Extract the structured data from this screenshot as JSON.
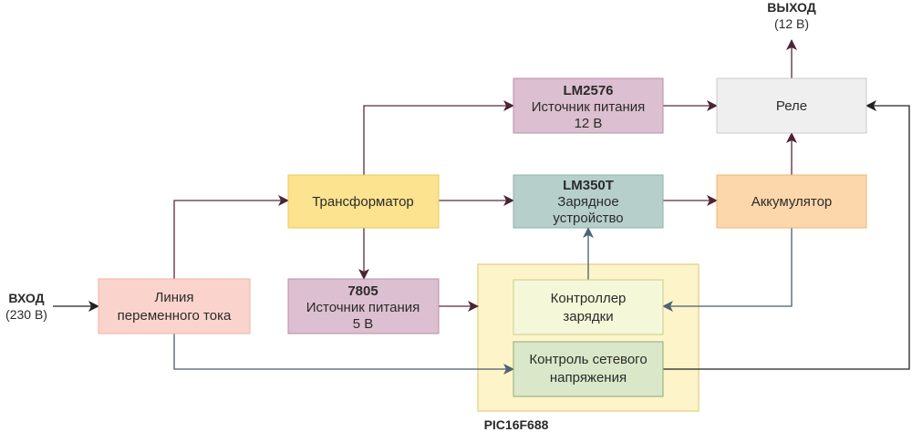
{
  "input": {
    "label": "ВХОД",
    "value": "(230 В)"
  },
  "output": {
    "label": "ВЫХОД",
    "value": "(12 В)"
  },
  "blocks": {
    "ac_line": {
      "lines": [
        "Линия",
        "переменного тока"
      ]
    },
    "transformer": {
      "lines": [
        "Трансформатор"
      ]
    },
    "ps12": {
      "title": "LM2576",
      "lines": [
        "Источник питания",
        "12 В"
      ]
    },
    "charger": {
      "title": "LM350T",
      "lines": [
        "Зарядное",
        "устройство"
      ]
    },
    "relay": {
      "lines": [
        "Реле"
      ]
    },
    "battery": {
      "lines": [
        "Аккумулятор"
      ]
    },
    "ps5": {
      "title": "7805",
      "lines": [
        "Источник питания",
        "5 В"
      ]
    },
    "charge_ctrl": {
      "lines": [
        "Контроллер",
        "зарядки"
      ]
    },
    "mains_ctrl": {
      "lines": [
        "Контроль сетевого",
        "напряжения"
      ]
    }
  },
  "mcu": {
    "label": "PIC16F688"
  },
  "colors": {
    "ac_line": "#fad4cc",
    "transformer": "#fbe38f",
    "ps": "#dcbfd0",
    "charger": "#b6cfcb",
    "relay": "#efefef",
    "battery": "#fcd7ab",
    "mcu_area": "#fdf5c9",
    "mcu_border": "#e7d796",
    "charge_ctrl": "#f4f7d8",
    "mains_ctrl": "#dae8c9",
    "wire_power": "#5a2a3d",
    "wire_signal": "#4a5d6c",
    "border_ac": "#efb3a6",
    "border_tr": "#e9c85c",
    "border_ps": "#b98fa8",
    "border_ch": "#8fb0ab",
    "border_rel": "#c9c9c9",
    "border_bat": "#ebb777",
    "border_cc": "#c6cd8e",
    "border_mc": "#8fa97a"
  }
}
